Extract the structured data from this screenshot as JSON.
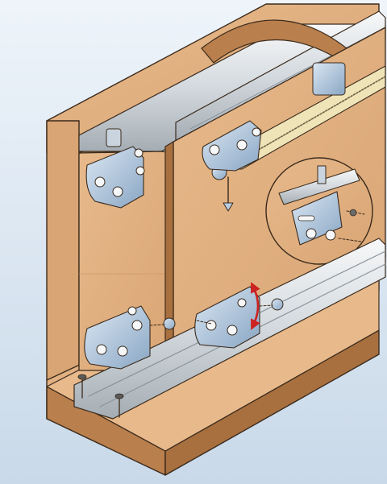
{
  "figure": {
    "subject": "sliding-door-fitting-assembly",
    "colors": {
      "background_top": "#eef4fa",
      "background_bottom": "#c9d9e9",
      "wood_light": "#e7b98b",
      "wood_mid": "#d9a574",
      "wood_dark": "#b97f4d",
      "wood_edge": "#a8703f",
      "aluminium_light": "#f2f4f6",
      "aluminium_mid": "#cfd5da",
      "aluminium_dark": "#9aa3ab",
      "steel_blue": "#b9cde2",
      "steel_blue_dark": "#7e9bbb",
      "arrow_red": "#cc2222",
      "outline": "#3a2a1c"
    },
    "parts": [
      {
        "name": "cabinet-top-panel",
        "role": "carcass top"
      },
      {
        "name": "cabinet-bottom-panel",
        "role": "carcass base"
      },
      {
        "name": "cabinet-side-panel",
        "role": "carcass side"
      },
      {
        "name": "top-guide-track",
        "role": "double aluminium guide rail"
      },
      {
        "name": "bottom-running-track",
        "role": "double aluminium floor track"
      },
      {
        "name": "rear-door",
        "role": "sliding door (back)"
      },
      {
        "name": "front-door",
        "role": "sliding door (front)"
      },
      {
        "name": "top-guide-bracket",
        "role": "guide fitting at door top"
      },
      {
        "name": "bottom-roller-carriage",
        "role": "roller fitting at door bottom"
      },
      {
        "name": "soft-close-damper",
        "role": "damper mechanism in top track"
      },
      {
        "name": "damper-detail-inset",
        "role": "magnified detail of catch plate"
      },
      {
        "name": "height-adjust-arrow",
        "role": "red double arrow on roller adjuster"
      }
    ]
  }
}
